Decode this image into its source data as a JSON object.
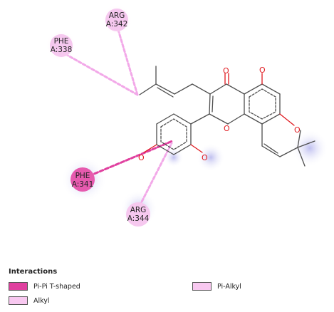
{
  "molecule": {
    "atoms": {
      "o_carbonyl": "O",
      "o_hydroxyl_top": "O",
      "o_pyran_ring": "O",
      "o_chromone_ring": "O",
      "o_phenyl_left": "O",
      "o_phenyl_right": "O"
    }
  },
  "residues": [
    {
      "id": "arg342",
      "name": "ARG",
      "chain_pos": "A:342",
      "type": "alkyl"
    },
    {
      "id": "phe338",
      "name": "PHE",
      "chain_pos": "A:338",
      "type": "alkyl"
    },
    {
      "id": "phe341",
      "name": "PHE",
      "chain_pos": "A:341",
      "type": "pipi"
    },
    {
      "id": "arg344",
      "name": "ARG",
      "chain_pos": "A:344",
      "type": "alkyl"
    }
  ],
  "legend": {
    "title": "Interactions",
    "items": [
      {
        "label": "Pi-Pi T-shaped",
        "color": "#e0409f"
      },
      {
        "label": "Alkyl",
        "color": "#f8c8f0"
      },
      {
        "label": "Pi-Alkyl",
        "color": "#f8c8f0"
      }
    ]
  },
  "colors": {
    "bond": "#4d4d4d",
    "oxygen": "#e0191f",
    "alkyl_interaction": "#f2a8e8",
    "pipi_interaction": "#e0409f",
    "halo": "#c8c8f0"
  }
}
